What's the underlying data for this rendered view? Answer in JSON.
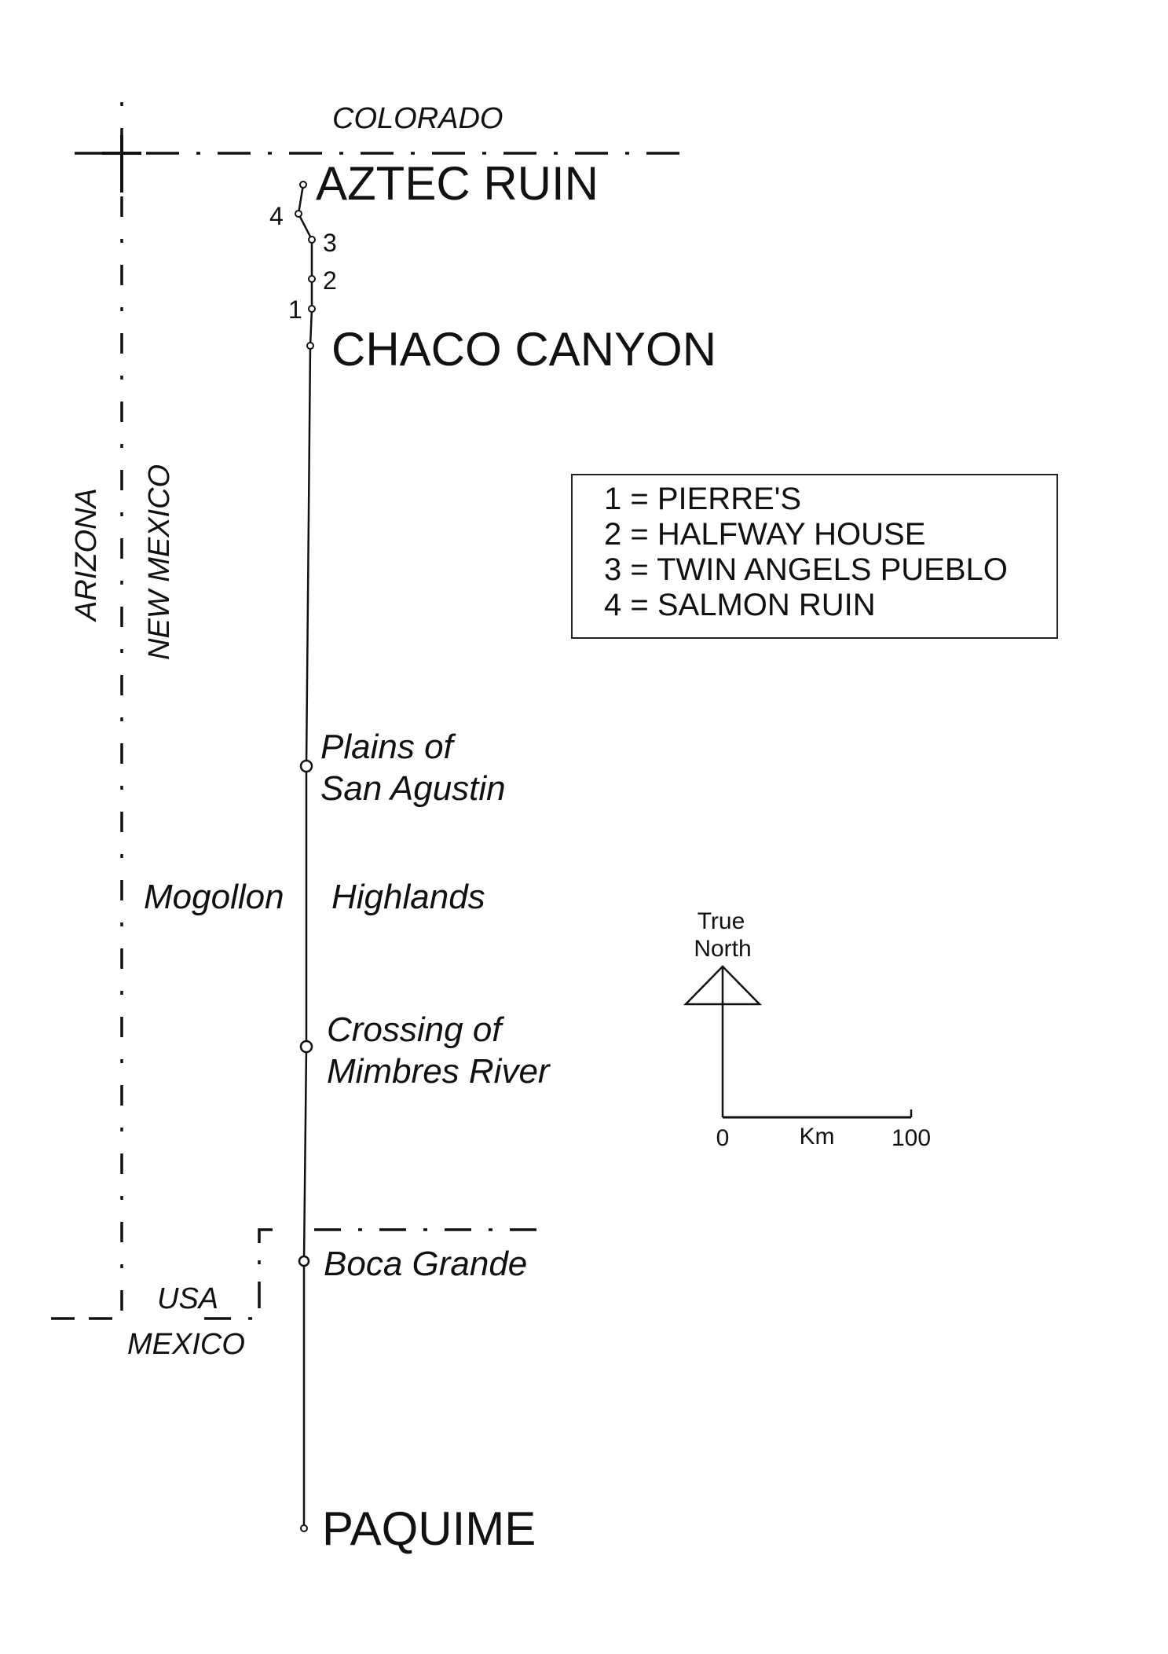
{
  "states": {
    "colorado": "COLORADO",
    "arizona": "ARIZONA",
    "new_mexico": "NEW MEXICO",
    "usa": "USA",
    "mexico": "MEXICO"
  },
  "route": {
    "origin": "AZTEC RUIN",
    "chaco": "CHACO CANYON",
    "plains": [
      "Plains of",
      "San Agustin"
    ],
    "mogollon": "Mogollon",
    "highlands": "Highlands",
    "mimbres": [
      "Crossing of",
      "Mimbres River"
    ],
    "boca": "Boca Grande",
    "destination": "PAQUIME"
  },
  "site_numbers": [
    "1",
    "2",
    "3",
    "4"
  ],
  "legend": [
    "1 = PIERRE'S",
    "2 = HALFWAY HOUSE",
    "3 = TWIN ANGELS PUEBLO",
    "4 = SALMON RUIN"
  ],
  "north_arrow": {
    "line1": "True",
    "line2": "North"
  },
  "scale": {
    "start": "0",
    "unit": "Km",
    "end": "100"
  },
  "colors": {
    "ink": "#111111",
    "background": "#ffffff"
  }
}
